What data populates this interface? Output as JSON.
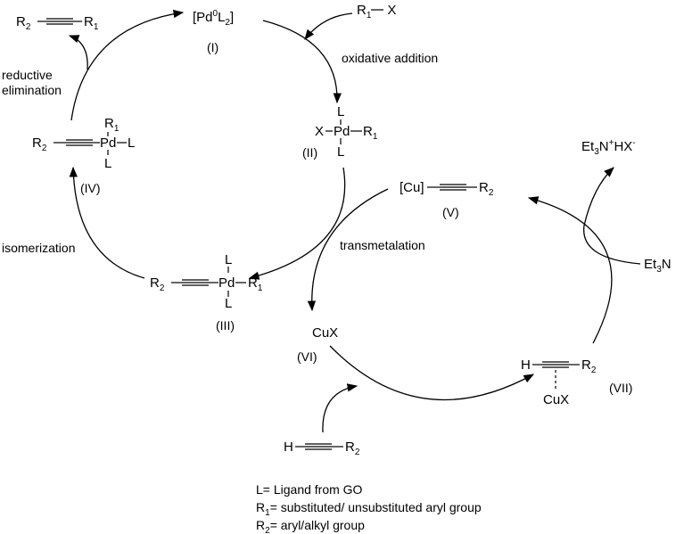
{
  "species": {
    "I_formula": [
      "[Pd",
      "0",
      "L",
      "2",
      "]"
    ],
    "I_label": "(I)",
    "II_label": "(II)",
    "III_label": "(III)",
    "IV_label": "(IV)",
    "V_label": "(V)",
    "VI_label": "(VI)",
    "VII_label": "(VII)",
    "pd": "Pd",
    "L": "L",
    "X": "X",
    "H": "H",
    "cu_bracket": "[Cu]",
    "cux": "CuX",
    "R": "R",
    "one": "1",
    "two": "2",
    "three": "3"
  },
  "steps": {
    "oxidative_addition": "oxidative addition",
    "reductive_1": "reductive",
    "reductive_2": "elimination",
    "transmetalation": "transmetalation",
    "isomerization": "isomerization"
  },
  "reagents": {
    "r1x": [
      "R",
      "1",
      "X"
    ],
    "et3n": [
      "Et",
      "3",
      "N"
    ],
    "et3nhx": [
      "Et",
      "3",
      "N",
      "+",
      "HX",
      "-"
    ]
  },
  "legend": {
    "line1": "L= Ligand from GO",
    "line2_a": "R",
    "line2_sub": "1",
    "line2_b": "= substituted/ unsubstituted aryl group",
    "line3_a": "R",
    "line3_sub": "2",
    "line3_b": "= aryl/alkyl group"
  }
}
